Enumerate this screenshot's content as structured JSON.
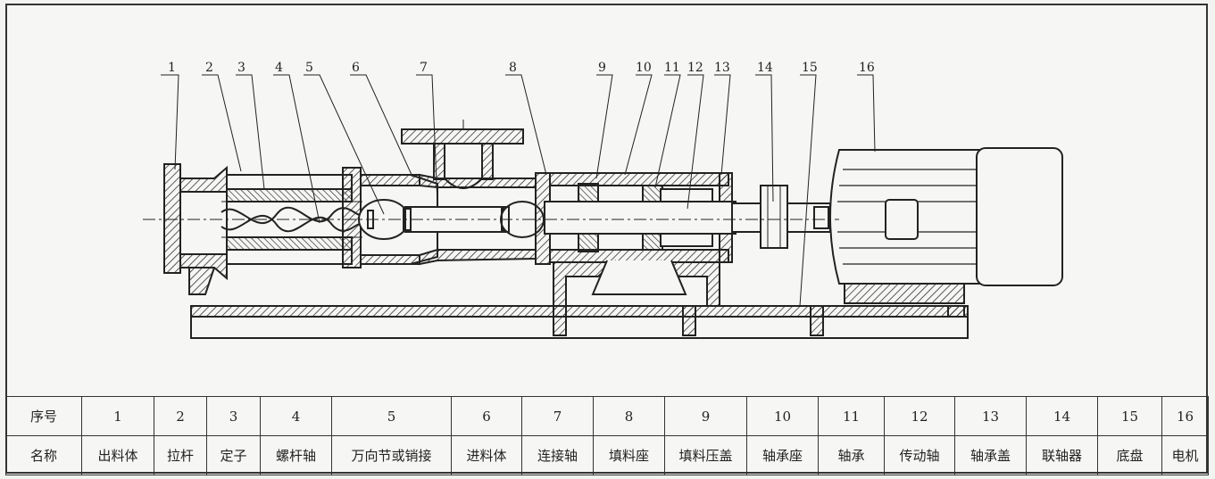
{
  "callouts": [
    "1",
    "2",
    "3",
    "4",
    "5",
    "6",
    "7",
    "8",
    "9",
    "10",
    "11",
    "12",
    "13",
    "14",
    "15",
    "16"
  ],
  "table": {
    "row_number_header": "序号",
    "row_name_header": "名称",
    "numbers": [
      "1",
      "2",
      "3",
      "4",
      "5",
      "6",
      "7",
      "8",
      "9",
      "10",
      "11",
      "12",
      "13",
      "14",
      "15",
      "16"
    ],
    "names": [
      "出料体",
      "拉杆",
      "定子",
      "螺杆轴",
      "万向节或销接",
      "进料体",
      "连接轴",
      "填料座",
      "填料压盖",
      "轴承座",
      "轴承",
      "传动轴",
      "轴承盖",
      "联轴器",
      "底盘",
      "电机"
    ]
  }
}
